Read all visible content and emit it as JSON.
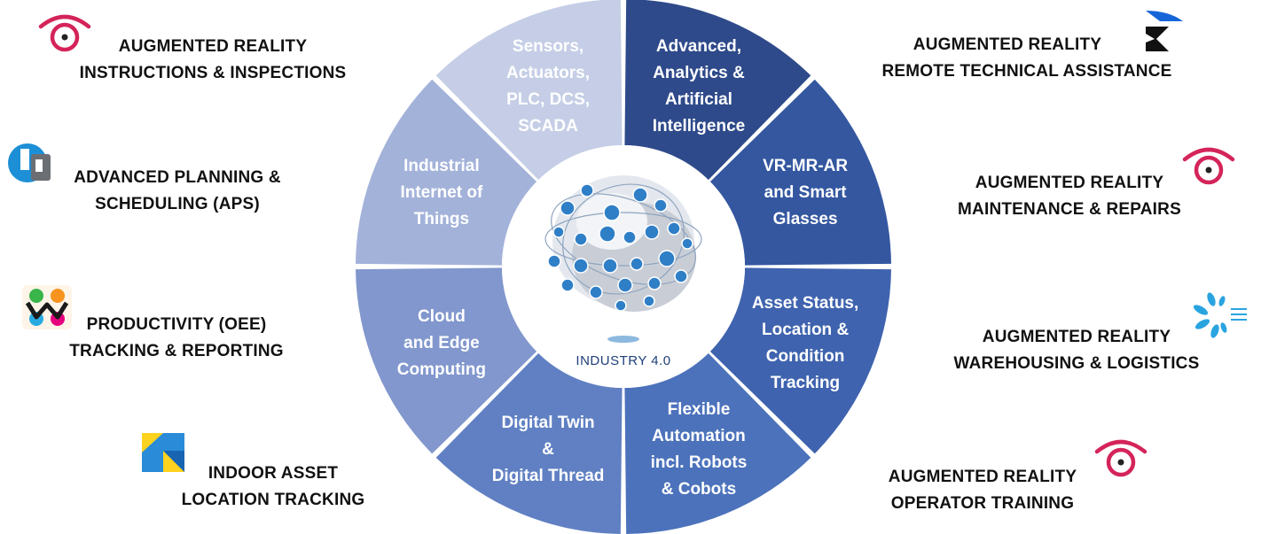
{
  "center": {
    "label": "INDUSTRY 4.0"
  },
  "segments": [
    {
      "lines": [
        "Advanced,",
        "Analytics &",
        "Artificial",
        "Intelligence"
      ],
      "color": "#2e4a8a"
    },
    {
      "lines": [
        "VR-MR-AR",
        "and Smart",
        "Glasses"
      ],
      "color": "#3457a0"
    },
    {
      "lines": [
        "Asset Status,",
        "Location &",
        "Condition",
        "Tracking"
      ],
      "color": "#3f63ae"
    },
    {
      "lines": [
        "Flexible",
        "Automation",
        "incl. Robots",
        "& Cobots"
      ],
      "color": "#4c72bb"
    },
    {
      "lines": [
        "Digital Twin",
        "&",
        "Digital Thread"
      ],
      "color": "#6080c3"
    },
    {
      "lines": [
        "Cloud",
        "and Edge",
        "Computing"
      ],
      "color": "#8197cd"
    },
    {
      "lines": [
        "Industrial",
        "Internet of",
        "Things"
      ],
      "color": "#a3b2d9"
    },
    {
      "lines": [
        "Sensors,",
        "Actuators,",
        "PLC, DCS,",
        "SCADA"
      ],
      "color": "#c5cee6"
    }
  ],
  "left_items": [
    {
      "lines": [
        "AUGMENTED REALITY",
        "INSTRUCTIONS & INSPECTIONS"
      ],
      "icon": "eye-logo-icon"
    },
    {
      "lines": [
        "ADVANCED PLANNING &",
        "SCHEDULING (APS)"
      ],
      "icon": "planning-logo-icon"
    },
    {
      "lines": [
        "PRODUCTIVITY (OEE)",
        "TRACKING & REPORTING"
      ],
      "icon": "oee-logo-icon"
    },
    {
      "lines": [
        "INDOOR ASSET",
        "LOCATION TRACKING"
      ],
      "icon": "location-logo-icon"
    }
  ],
  "right_items": [
    {
      "lines": [
        "AUGMENTED REALITY",
        "REMOTE TECHNICAL ASSISTANCE"
      ],
      "icon": "remote-assist-logo-icon"
    },
    {
      "lines": [
        "AUGMENTED REALITY",
        "MAINTENANCE & REPAIRS"
      ],
      "icon": "eye-logo-icon"
    },
    {
      "lines": [
        "AUGMENTED REALITY",
        "WAREHOUSING & LOGISTICS"
      ],
      "icon": "sunburst-logo-icon"
    },
    {
      "lines": [
        "AUGMENTED REALITY",
        "OPERATOR TRAINING"
      ],
      "icon": "eye-logo-icon"
    }
  ],
  "colors": {
    "eye": "#d4245a",
    "planning": "#1d8fd6",
    "planning_dark": "#6b6e73",
    "remote": "#1565d8",
    "sunburst": "#2aa4e0"
  }
}
